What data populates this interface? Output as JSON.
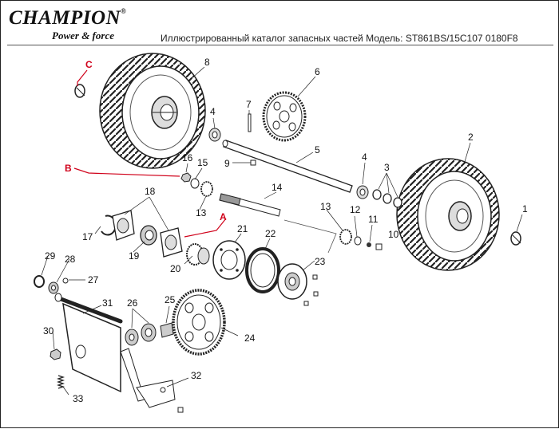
{
  "header": {
    "brand": "CHAMPION",
    "registered": "®",
    "tagline": "Power & force",
    "title": "Иллюстрированный каталог запасных частей Модель: ST861BS/15C107 0180F8"
  },
  "callouts": {
    "c1": "1",
    "c2": "2",
    "c3": "3",
    "c4a": "4",
    "c4b": "4",
    "c5": "5",
    "c6": "6",
    "c7": "7",
    "c8": "8",
    "c9": "9",
    "c10": "10",
    "c11": "11",
    "c12": "12",
    "c13a": "13",
    "c13b": "13",
    "c14": "14",
    "c15": "15",
    "c16": "16",
    "c17": "17",
    "c18": "18",
    "c19": "19",
    "c20": "20",
    "c21": "21",
    "c22": "22",
    "c23": "23",
    "c24": "24",
    "c25": "25",
    "c26": "26",
    "c27": "27",
    "c28": "28",
    "c29": "29",
    "c30": "30",
    "c31": "31",
    "c32": "32",
    "c33": "33"
  },
  "refs": {
    "a": "A",
    "b": "B",
    "c": "C"
  },
  "colors": {
    "ref": "#d0021b",
    "line": "#222222",
    "part_fill": "#ffffff",
    "shade": "#bbbbbb"
  }
}
